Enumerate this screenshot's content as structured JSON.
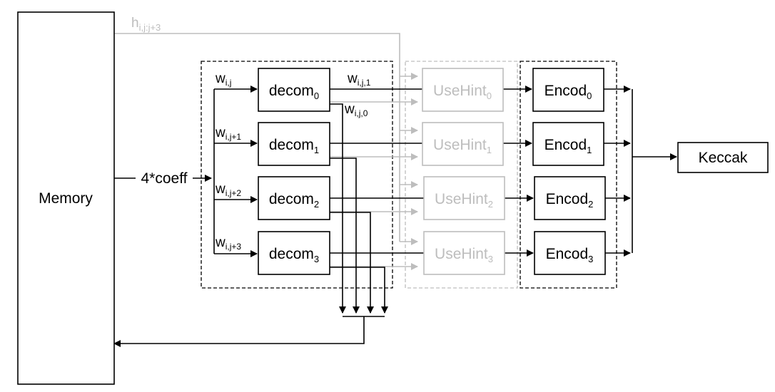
{
  "memory": {
    "label": "Memory"
  },
  "input": {
    "label": "4*coeff"
  },
  "hint": {
    "base": "h",
    "sub": "i,j:j+3"
  },
  "weights": [
    {
      "base": "w",
      "sub": "i,j"
    },
    {
      "base": "w",
      "sub": "i,j+1"
    },
    {
      "base": "w",
      "sub": "i,j+2"
    },
    {
      "base": "w",
      "sub": "i,j+3"
    }
  ],
  "outputs": [
    {
      "base": "w",
      "sub": "i,j,1"
    },
    {
      "base": "w",
      "sub": "i,j,0"
    }
  ],
  "decom": [
    {
      "base": "decom",
      "sub": "0"
    },
    {
      "base": "decom",
      "sub": "1"
    },
    {
      "base": "decom",
      "sub": "2"
    },
    {
      "base": "decom",
      "sub": "3"
    }
  ],
  "usehint": [
    {
      "base": "UseHint",
      "sub": "0"
    },
    {
      "base": "UseHint",
      "sub": "1"
    },
    {
      "base": "UseHint",
      "sub": "2"
    },
    {
      "base": "UseHint",
      "sub": "3"
    }
  ],
  "encod": [
    {
      "base": "Encod",
      "sub": "0"
    },
    {
      "base": "Encod",
      "sub": "1"
    },
    {
      "base": "Encod",
      "sub": "2"
    },
    {
      "base": "Encod",
      "sub": "3"
    }
  ],
  "keccak": {
    "label": "Keccak"
  },
  "colors": {
    "main": "#000000",
    "faded": "#bdbdbd"
  }
}
